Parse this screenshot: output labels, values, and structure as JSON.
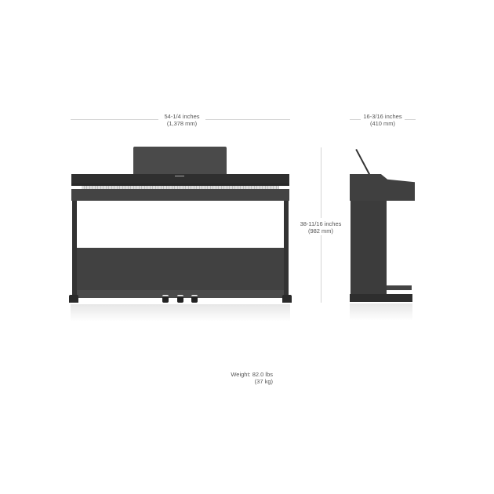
{
  "diagram": {
    "subject": "Digital piano dimension diagram",
    "width": {
      "imperial": "54-1/4 inches",
      "metric": "(1,378 mm)"
    },
    "depth": {
      "imperial": "16-3/16 inches",
      "metric": "(410 mm)"
    },
    "height": {
      "imperial": "38-11/16 inches",
      "metric": "(982 mm)"
    },
    "weight": {
      "imperial": "Weight: 82.0 lbs",
      "metric": "(37 kg)"
    },
    "views": [
      "front-view",
      "side-view"
    ],
    "colors": {
      "body": "#3f3f3f",
      "dimension_line": "#d4d4d4",
      "text": "#555555",
      "keys": "#d9d9d9"
    }
  }
}
